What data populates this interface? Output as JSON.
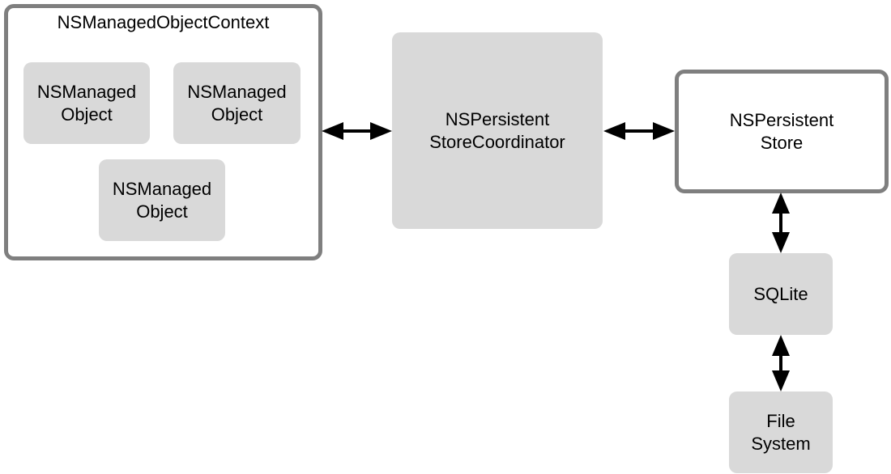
{
  "diagram": {
    "context": {
      "title": "NSManagedObjectContext",
      "objects": [
        {
          "label": "NSManaged\nObject"
        },
        {
          "label": "NSManaged\nObject"
        },
        {
          "label": "NSManaged\nObject"
        }
      ]
    },
    "coordinator": {
      "label": "NSPersistent\nStoreCoordinator"
    },
    "store": {
      "label": "NSPersistent\nStore"
    },
    "sqlite": {
      "label": "SQLite"
    },
    "filesystem": {
      "label": "File\nSystem"
    },
    "colors": {
      "border": "#7f7f7f",
      "fill": "#d9d9d9",
      "arrow": "#000000"
    }
  }
}
